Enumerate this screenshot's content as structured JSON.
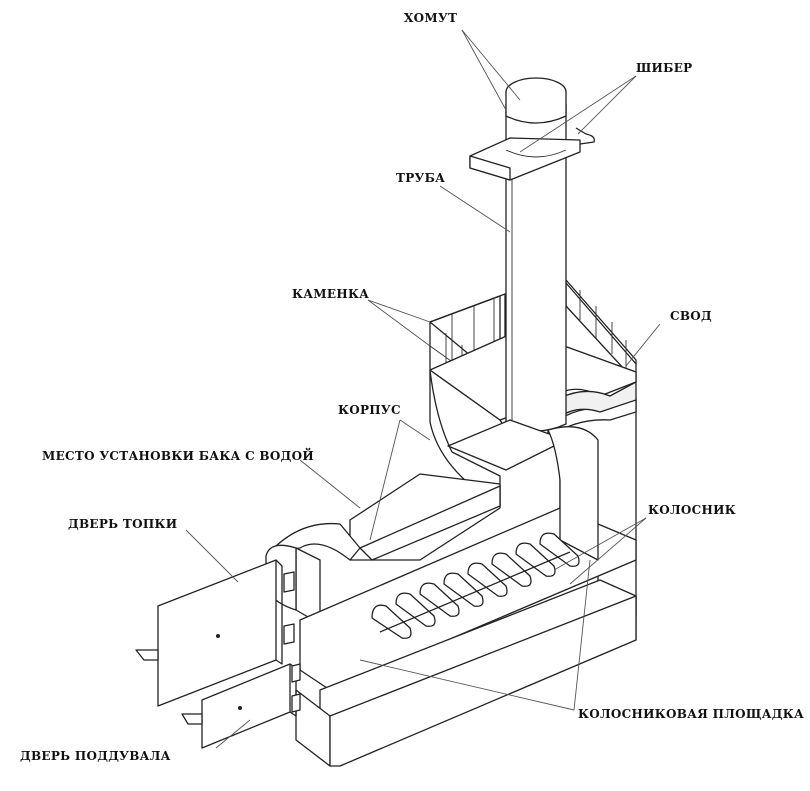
{
  "labels": {
    "khomut": "ХОМУТ",
    "shiber": "ШИБЕР",
    "truba": "ТРУБА",
    "kamenka": "КАМЕНКА",
    "svod": "СВОД",
    "korpus": "КОРПУС",
    "tank_place": "МЕСТО УСТАНОВКИ БАКА С ВОДОЙ",
    "firebox_door": "ДВЕРЬ ТОПКИ",
    "grate": "КОЛОСНИК",
    "grate_platform": "КОЛОСНИКОВАЯ ПЛОЩАДКА",
    "ash_door": "ДВЕРЬ ПОДДУВАЛА"
  },
  "colors": {
    "line": "#222222",
    "background": "#ffffff"
  }
}
